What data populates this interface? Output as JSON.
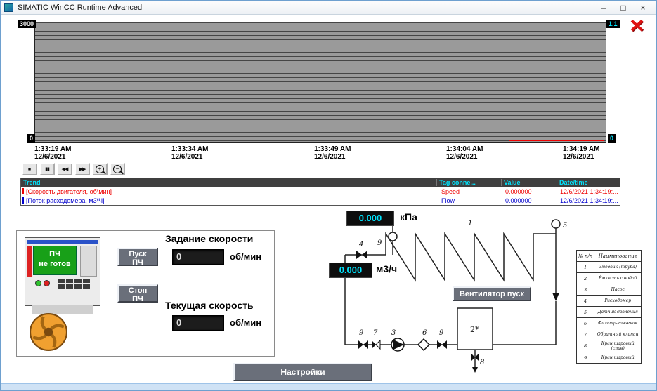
{
  "window": {
    "title": "SIMATIC WinCC Runtime Advanced",
    "minimize": "–",
    "maximize": "□",
    "close": "×"
  },
  "exit_glyph": "×",
  "colors": {
    "trend_speed": "#ff0000",
    "trend_flow": "#0000cc",
    "display_text": "#00e5ff"
  },
  "chart": {
    "y_left_max": "3000",
    "y_left_min": "0",
    "y_right_max": "1.1",
    "y_right_min": "0",
    "time_labels": [
      {
        "time": "1:33:19 AM",
        "date": "12/6/2021"
      },
      {
        "time": "1:33:34 AM",
        "date": "12/6/2021"
      },
      {
        "time": "1:33:49 AM",
        "date": "12/6/2021"
      },
      {
        "time": "1:34:04 AM",
        "date": "12/6/2021"
      },
      {
        "time": "1:34:19 AM",
        "date": "12/6/2021"
      }
    ],
    "toolbar": [
      {
        "name": "stop",
        "glyph": "■"
      },
      {
        "name": "pause",
        "glyph": "▮▮"
      },
      {
        "name": "rewind",
        "glyph": "◀◀"
      },
      {
        "name": "forward",
        "glyph": "▶▶"
      },
      {
        "name": "zoom-in",
        "glyph": "+"
      },
      {
        "name": "zoom-out",
        "glyph": "−"
      }
    ]
  },
  "legend": {
    "headers": [
      "Trend",
      "Tag conne...",
      "Value",
      "Date/time"
    ],
    "rows": [
      {
        "trend": "[Скорость двигателя, об\\мин]",
        "tag": "Speed",
        "value": "0.000000",
        "datetime": "12/6/2021 1:34:19:...",
        "color": "#ff0000"
      },
      {
        "trend": "[Поток расходомера, м3\\Ч]",
        "tag": "Flow",
        "value": "0.000000",
        "datetime": "12/6/2021 1:34:19:...",
        "color": "#0000cc"
      }
    ]
  },
  "control_panel": {
    "vfd_line1": "ПЧ",
    "vfd_line2": "не готов",
    "start_button": "Пуск ПЧ",
    "stop_button": "Стоп ПЧ",
    "setpoint_label": "Задание скорости",
    "setpoint_value": "0",
    "setpoint_unit": "об/мин",
    "current_label": "Текущая скорость",
    "current_value": "0",
    "current_unit": "об/мин"
  },
  "process": {
    "pressure_value": "0.000",
    "pressure_unit": "кПа",
    "flow_value": "0.000",
    "flow_unit": "м3/ч",
    "fan_button": "Вентилятор пуск",
    "tank_label": "2*",
    "tags": {
      "coil": "1",
      "flowmeter": "4",
      "sensor_top": "9",
      "sensor_right": "5",
      "valve_left": "9",
      "check_left": "7",
      "pump": "3",
      "filter": "6",
      "valve_right": "9",
      "drain": "8"
    }
  },
  "equipment_table": {
    "headers": [
      "№ п/п",
      "Наименование"
    ],
    "rows": [
      [
        "1",
        "Змеевик (труба)"
      ],
      [
        "2",
        "Ёмкость с водой"
      ],
      [
        "3",
        "Насос"
      ],
      [
        "4",
        "Расходомер"
      ],
      [
        "5",
        "Датчик давления"
      ],
      [
        "6",
        "Фильтр-грязевик"
      ],
      [
        "7",
        "Обратный клапан"
      ],
      [
        "8",
        "Кран шаровый (слив)"
      ],
      [
        "9",
        "Кран шаровый"
      ]
    ]
  },
  "settings_button": "Настройки"
}
